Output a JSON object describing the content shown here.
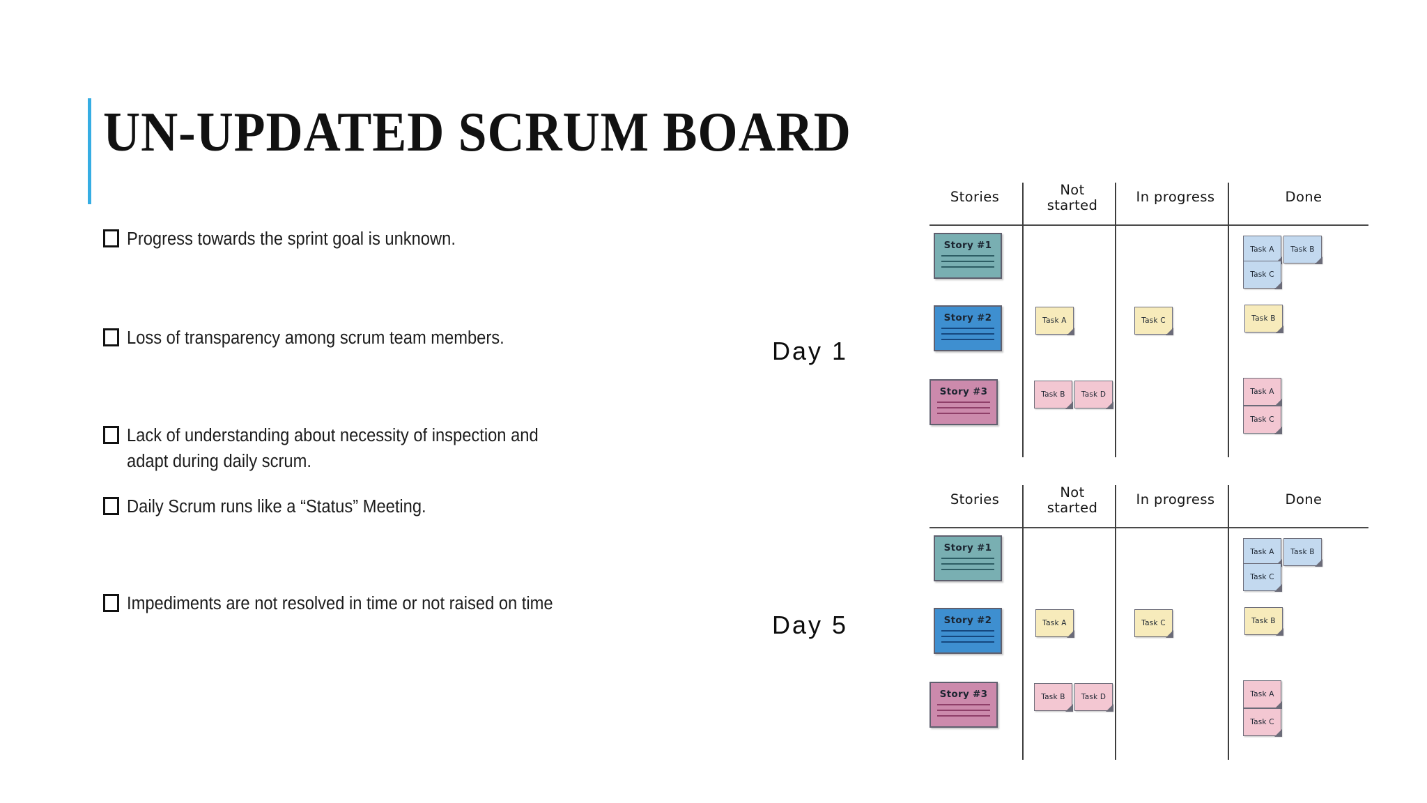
{
  "slide": {
    "title": "UN-UPDATED SCRUM BOARD",
    "accent_color": "#36ADE3"
  },
  "bullets": [
    {
      "text": "Progress towards the sprint goal is unknown."
    },
    {
      "text": "Loss of transparency among scrum team members."
    },
    {
      "text": "Lack of understanding about necessity of inspection and adapt during daily scrum."
    },
    {
      "text": "Daily Scrum runs like a “Status” Meeting."
    },
    {
      "text": "Impediments are not resolved in time or not raised on time"
    }
  ],
  "boards": [
    {
      "day_label": "Day  1",
      "columns": [
        "Stories",
        "Not\nstarted",
        "In progress",
        "Done"
      ],
      "column_labels": {
        "stories": "Stories",
        "not_started_line1": "Not",
        "not_started_line2": "started",
        "in_progress": "In progress",
        "done": "Done"
      },
      "stories": [
        {
          "title": "Story #1",
          "color": "#79AFB2"
        },
        {
          "title": "Story #2",
          "color": "#3E8FD0"
        },
        {
          "title": "Story #3",
          "color": "#CC8AAC"
        }
      ],
      "not_started": [
        {
          "label": "Task A",
          "color": "yellow",
          "row": 2
        },
        {
          "label": "Task B",
          "color": "pink",
          "row": 3
        },
        {
          "label": "Task D",
          "color": "pink",
          "row": 3
        }
      ],
      "in_progress": [
        {
          "label": "Task C",
          "color": "yellow",
          "row": 2
        }
      ],
      "done": [
        {
          "label": "Task A",
          "color": "blue",
          "row": 1
        },
        {
          "label": "Task B",
          "color": "blue",
          "row": 1
        },
        {
          "label": "Task C",
          "color": "blue",
          "row": 1
        },
        {
          "label": "Task B",
          "color": "yellow",
          "row": 2
        },
        {
          "label": "Task A",
          "color": "pink",
          "row": 3
        },
        {
          "label": "Task C",
          "color": "pink",
          "row": 3
        }
      ]
    },
    {
      "day_label": "Day  5",
      "columns": [
        "Stories",
        "Not\nstarted",
        "In progress",
        "Done"
      ],
      "column_labels": {
        "stories": "Stories",
        "not_started_line1": "Not",
        "not_started_line2": "started",
        "in_progress": "In progress",
        "done": "Done"
      },
      "stories": [
        {
          "title": "Story #1",
          "color": "#79AFB2"
        },
        {
          "title": "Story #2",
          "color": "#3E8FD0"
        },
        {
          "title": "Story #3",
          "color": "#CC8AAC"
        }
      ],
      "not_started": [
        {
          "label": "Task A",
          "color": "yellow",
          "row": 2
        },
        {
          "label": "Task B",
          "color": "pink",
          "row": 3
        },
        {
          "label": "Task D",
          "color": "pink",
          "row": 3
        }
      ],
      "in_progress": [
        {
          "label": "Task C",
          "color": "yellow",
          "row": 2
        }
      ],
      "done": [
        {
          "label": "Task A",
          "color": "blue",
          "row": 1
        },
        {
          "label": "Task B",
          "color": "blue",
          "row": 1
        },
        {
          "label": "Task C",
          "color": "blue",
          "row": 1
        },
        {
          "label": "Task B",
          "color": "yellow",
          "row": 2
        },
        {
          "label": "Task A",
          "color": "pink",
          "row": 3
        },
        {
          "label": "Task C",
          "color": "pink",
          "row": 3
        }
      ]
    }
  ],
  "colors": {
    "note_blue": "#C3D9EF",
    "note_yellow": "#F7EBBB",
    "note_pink": "#F3C7D2",
    "story_teal": "#79AFB2",
    "story_blue": "#3E8FD0",
    "story_pink": "#CC8AAC",
    "divider": "#3d3d3d"
  }
}
